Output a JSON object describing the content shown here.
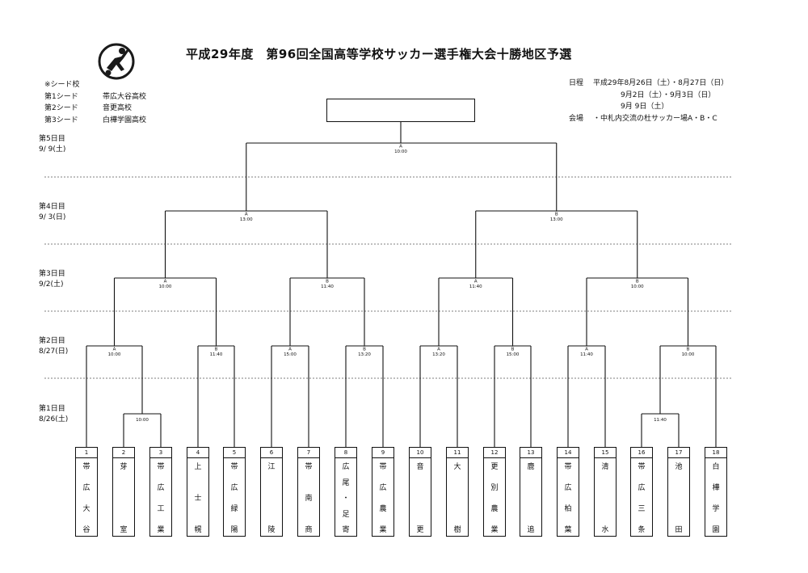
{
  "title": "平成29年度　第96回全国高等学校サッカー選手権大会十勝地区予選",
  "seeds": {
    "heading": "※シード校",
    "rows": [
      {
        "label": "第1シード",
        "team": "帯広大谷高校"
      },
      {
        "label": "第2シード",
        "team": "音更高校"
      },
      {
        "label": "第3シード",
        "team": "白樺学園高校"
      }
    ]
  },
  "schedule": {
    "date_label": "日程",
    "dates": [
      "平成29年8月26日（土）・8月27日（日）",
      "9月2日（土）・9月3日（日）",
      "9月 9日（土）"
    ],
    "venue_label": "会場",
    "venue": "・中札内交流の杜サッカー場A・B・C"
  },
  "days": [
    {
      "name": "第5日目",
      "date": "9/ 9(土)"
    },
    {
      "name": "第4日目",
      "date": "9/ 3(日)"
    },
    {
      "name": "第3日目",
      "date": "9/2(土)"
    },
    {
      "name": "第2日目",
      "date": "8/27(日)"
    },
    {
      "name": "第1日目",
      "date": "8/26(土)"
    }
  ],
  "teams": [
    {
      "num": "1",
      "chars": [
        "帯",
        "広",
        "大",
        "谷"
      ]
    },
    {
      "num": "2",
      "chars": [
        "芽",
        "室"
      ]
    },
    {
      "num": "3",
      "chars": [
        "帯",
        "広",
        "工",
        "業"
      ]
    },
    {
      "num": "4",
      "chars": [
        "上",
        "士",
        "幌"
      ]
    },
    {
      "num": "5",
      "chars": [
        "帯",
        "広",
        "緑",
        "陽"
      ]
    },
    {
      "num": "6",
      "chars": [
        "江",
        "陵"
      ]
    },
    {
      "num": "7",
      "chars": [
        "帯",
        "南",
        "商"
      ]
    },
    {
      "num": "8",
      "chars": [
        "広",
        "尾",
        "・",
        "足",
        "寄"
      ]
    },
    {
      "num": "9",
      "chars": [
        "帯",
        "広",
        "農",
        "業"
      ]
    },
    {
      "num": "10",
      "chars": [
        "音",
        "更"
      ]
    },
    {
      "num": "11",
      "chars": [
        "大",
        "樹"
      ]
    },
    {
      "num": "12",
      "chars": [
        "更",
        "別",
        "農",
        "業"
      ]
    },
    {
      "num": "13",
      "chars": [
        "鹿",
        "追"
      ]
    },
    {
      "num": "14",
      "chars": [
        "帯",
        "広",
        "柏",
        "葉"
      ]
    },
    {
      "num": "15",
      "chars": [
        "清",
        "水"
      ]
    },
    {
      "num": "16",
      "chars": [
        "帯",
        "広",
        "三",
        "条"
      ]
    },
    {
      "num": "17",
      "chars": [
        "池",
        "田"
      ]
    },
    {
      "num": "18",
      "chars": [
        "白",
        "樺",
        "学",
        "園"
      ]
    }
  ],
  "matches": [
    {
      "round": 1,
      "court": "",
      "time": "10:00"
    },
    {
      "round": 1,
      "court": "",
      "time": "11:40"
    },
    {
      "round": 2,
      "court": "A",
      "time": "10:00"
    },
    {
      "round": 2,
      "court": "B",
      "time": "11:40"
    },
    {
      "round": 2,
      "court": "A",
      "time": "15:00"
    },
    {
      "round": 2,
      "court": "B",
      "time": "13:20"
    },
    {
      "round": 2,
      "court": "A",
      "time": "13:20"
    },
    {
      "round": 2,
      "court": "B",
      "time": "15:00"
    },
    {
      "round": 2,
      "court": "A",
      "time": "11:40"
    },
    {
      "round": 2,
      "court": "B",
      "time": "10:00"
    },
    {
      "round": 3,
      "court": "A",
      "time": "10:00"
    },
    {
      "round": 3,
      "court": "B",
      "time": "11:40"
    },
    {
      "round": 3,
      "court": "A",
      "time": "11:40"
    },
    {
      "round": 3,
      "court": "B",
      "time": "10:00"
    },
    {
      "round": 4,
      "court": "A",
      "time": "13:00"
    },
    {
      "round": 4,
      "court": "B",
      "time": "13:00"
    },
    {
      "round": 5,
      "court": "A",
      "time": "10:00"
    }
  ],
  "colors": {
    "line": "#111111",
    "divider": "#555555",
    "logo_fill": "#1a1a1a"
  }
}
